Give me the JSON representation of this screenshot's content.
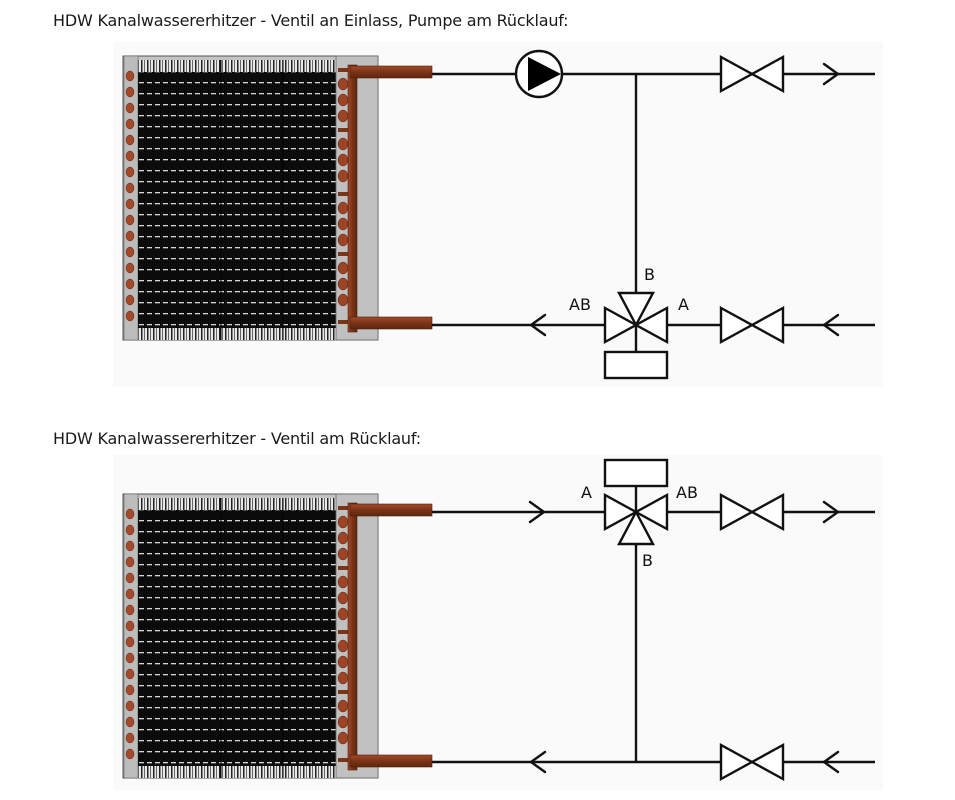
{
  "diagrams": [
    {
      "title": "HDW Kanalwassererhitzer - Ventil an Einlass, Pumpe am Rücklauf:",
      "components": [
        "heat-exchanger-coil",
        "pump",
        "three-way-valve",
        "shutoff-valve-supply",
        "shutoff-valve-return"
      ],
      "valve_ports": {
        "ab": "AB",
        "a": "A",
        "b": "B"
      },
      "flow": {
        "supply": "out-right",
        "return": "in-from-right"
      }
    },
    {
      "title": "HDW Kanalwassererhitzer - Ventil am Rücklauf:",
      "components": [
        "heat-exchanger-coil",
        "three-way-valve",
        "shutoff-valve-supply",
        "shutoff-valve-return"
      ],
      "valve_ports": {
        "a": "A",
        "ab": "AB",
        "b": "B"
      },
      "flow": {
        "supply": "out-right",
        "return": "in-from-right"
      }
    }
  ],
  "colors": {
    "line": "#111111",
    "copper": "#7a3418",
    "copper_light": "#a4492a",
    "frame": "#bdbdbd",
    "fins": "#0a0a0a",
    "panel": "#fafafa"
  }
}
